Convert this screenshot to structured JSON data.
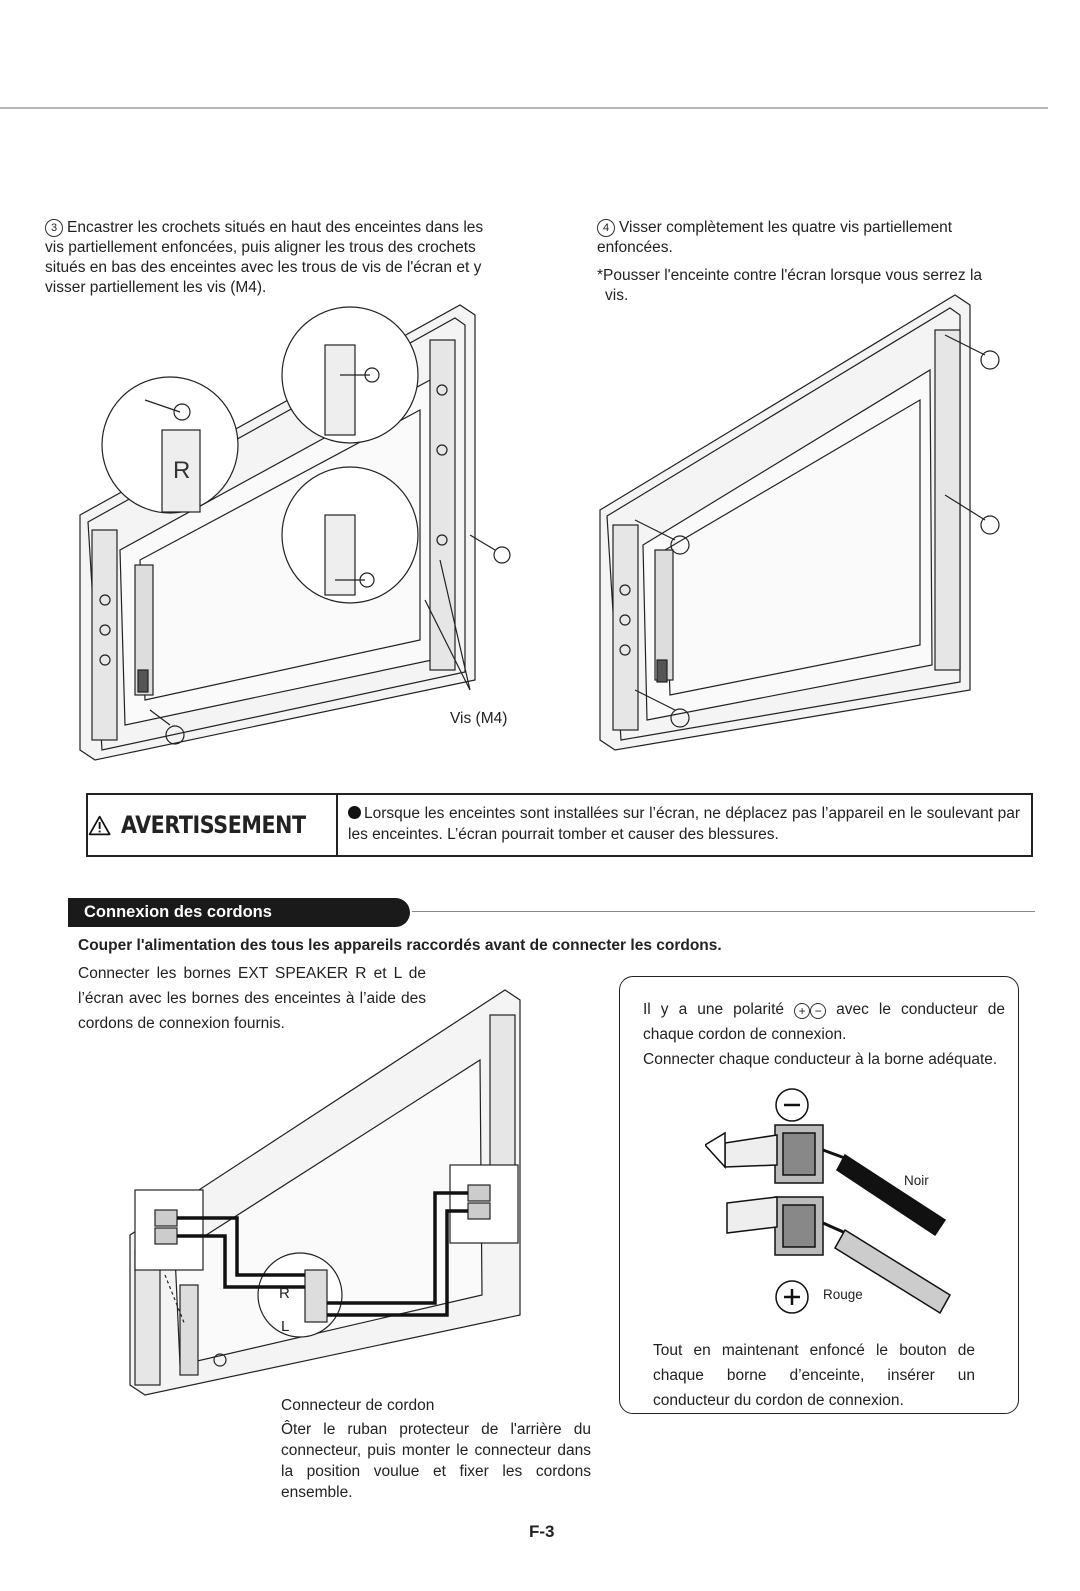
{
  "step3": {
    "number": "3",
    "text": "Encastrer les crochets situés en haut des enceintes dans les vis partiellement enfoncées, puis aligner les trous des crochets situés en bas des enceintes avec les trous de vis de l'écran et y visser partiellement les vis (M4)."
  },
  "step4": {
    "number": "4",
    "text": "Visser complètement les quatre vis partiellement enfoncées.",
    "note": "*Pousser l'enceinte contre l'écran lorsque vous serrez la vis."
  },
  "figure1": {
    "screw_label": "Vis (M4)",
    "hook_letter": "R"
  },
  "warning": {
    "title": "AVERTISSEMENT",
    "text": "Lorsque les enceintes sont installées sur l’écran, ne déplacez pas l’appareil en le soulevant par les enceintes. L’écran pourrait tomber et causer des blessures."
  },
  "section": {
    "title": "Connexion des cordons",
    "bold_instruction": "Couper l'alimentation des tous les appareils raccordés avant de connecter les cordons.",
    "intro": "Connecter les bornes EXT SPEAKER R et L de l’écran avec les bornes des enceintes à l’aide des cordons de connexion fournis."
  },
  "polarity_box": {
    "text_before": "Il y a une polarité",
    "plus": "+",
    "minus": "−",
    "text_after": "avec le conducteur de chaque cordon de connexion.",
    "text2": "Connecter chaque conducteur à la borne adéquate.",
    "noir": "Noir",
    "rouge": "Rouge",
    "instruction": "Tout en maintenant enfoncé le bouton de chaque borne d’enceinte, insérer un conducteur du cordon de connexion."
  },
  "connector": {
    "r_label": "R",
    "l_label": "L",
    "title": "Connecteur de cordon",
    "description": "Ôter le ruban protecteur de l'arrière du connecteur, puis monter le connecteur dans la position voulue et fixer les cordons ensemble."
  },
  "page_number": "F-3"
}
